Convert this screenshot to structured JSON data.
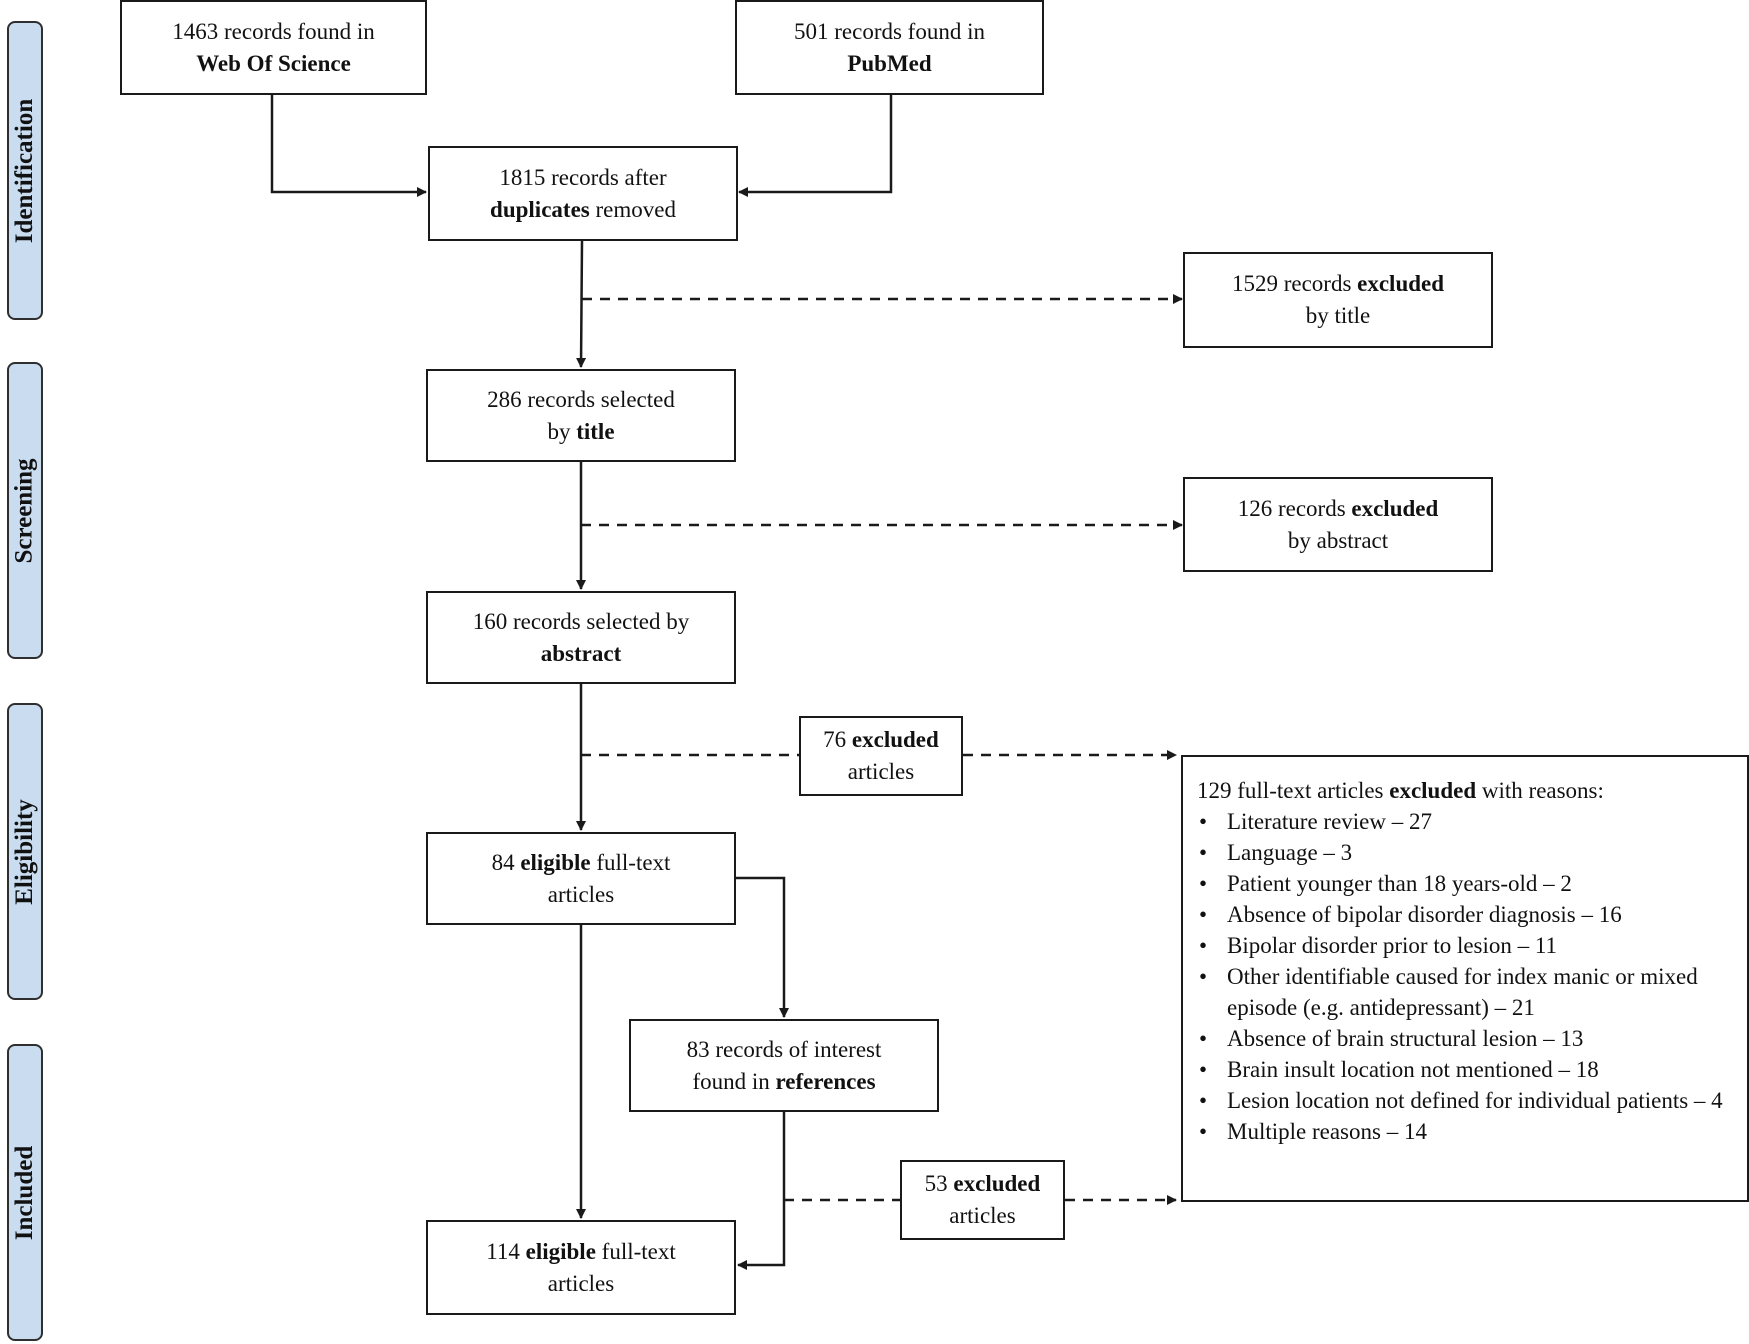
{
  "stages": {
    "identification": "Identification",
    "screening": "Screening",
    "eligibility": "Eligibility",
    "included": "Included"
  },
  "boxes": {
    "wos": {
      "line1": "1463 records found in",
      "bold": "Web Of Science"
    },
    "pubmed": {
      "line1": "501 records found in",
      "bold": "PubMed"
    },
    "dup": {
      "line1": "1815 records after",
      "bold": "duplicates",
      "rest": " removed"
    },
    "excl_title": {
      "pre": "1529 records ",
      "bold": "excluded",
      "line2": "by title"
    },
    "sel_title": {
      "line1": "286 records selected",
      "pre": "by ",
      "bold": "title"
    },
    "excl_abstract": {
      "pre": "126 records ",
      "bold": "excluded",
      "line2": "by abstract"
    },
    "sel_abstract": {
      "line1": "160 records selected by",
      "bold": "abstract"
    },
    "excl76": {
      "pre": "76 ",
      "bold": "excluded",
      "line2": "articles"
    },
    "elig84": {
      "pre": "84 ",
      "bold": "eligible",
      "rest": " full-text",
      "line2": "articles"
    },
    "refs83": {
      "line1": "83 records of interest",
      "pre": "found in ",
      "bold": "references"
    },
    "excl53": {
      "pre": "53 ",
      "bold": "excluded",
      "line2": "articles"
    },
    "elig114": {
      "pre": "114 ",
      "bold": "eligible",
      "rest": " full-text",
      "line2": "articles"
    }
  },
  "reasons": {
    "header_pre": "129 full-text articles ",
    "header_bold": "excluded",
    "header_post": " with reasons:",
    "items": [
      "Literature review – 27",
      "Language – 3",
      "Patient younger than 18 years-old – 2",
      "Absence of bipolar disorder diagnosis – 16",
      "Bipolar disorder prior to lesion – 11",
      "Other identifiable caused for index manic or mixed episode (e.g. antidepressant) – 21",
      "Absence of brain structural lesion – 13",
      "Brain insult location not mentioned – 18",
      "Lesion location not defined for individual patients – 4",
      "Multiple reasons – 14"
    ]
  },
  "colors": {
    "stage_fill": "#c9dcf0",
    "line": "#1a1a1a"
  }
}
